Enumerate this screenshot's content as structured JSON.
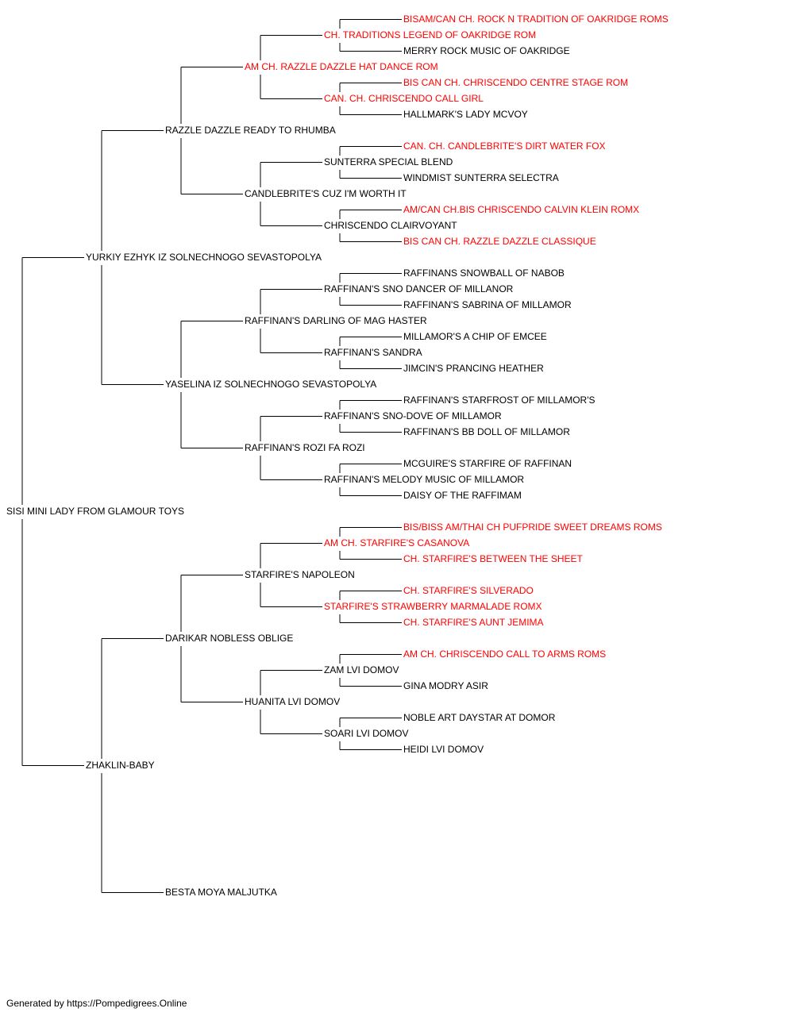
{
  "colors": {
    "champion": "#ff0000",
    "normal": "#000000",
    "line": "#000000"
  },
  "footer": "Generated by https://Pompedigrees.Online",
  "pedigree": {
    "name": "SISI MINI LADY FROM GLAMOUR TOYS",
    "red": false,
    "sire": {
      "name": "YURKIY EZHYK IZ SOLNECHNOGO SEVASTOPOLYA",
      "red": false,
      "sire": {
        "name": "RAZZLE DAZZLE READY TO RHUMBA",
        "red": false,
        "sire": {
          "name": "AM CH. RAZZLE DAZZLE HAT DANCE ROM",
          "red": true,
          "sire": {
            "name": "CH. TRADITIONS LEGEND OF OAKRIDGE ROM",
            "red": true,
            "sire": {
              "name": "BISAM/CAN CH. ROCK N TRADITION OF OAKRIDGE ROMS",
              "red": true
            },
            "dam": {
              "name": "MERRY ROCK MUSIC OF OAKRIDGE",
              "red": false
            }
          },
          "dam": {
            "name": "CAN. CH. CHRISCENDO CALL GIRL",
            "red": true,
            "sire": {
              "name": "BIS CAN CH. CHRISCENDO CENTRE STAGE ROM",
              "red": true
            },
            "dam": {
              "name": "HALLMARK'S LADY MCVOY",
              "red": false
            }
          }
        },
        "dam": {
          "name": "CANDLEBRITE'S CUZ I'M WORTH IT",
          "red": false,
          "sire": {
            "name": "SUNTERRA SPECIAL BLEND",
            "red": false,
            "sire": {
              "name": "CAN. CH. CANDLEBRITE'S DIRT WATER FOX",
              "red": true
            },
            "dam": {
              "name": "WINDMIST SUNTERRA SELECTRA",
              "red": false
            }
          },
          "dam": {
            "name": "CHRISCENDO CLAIRVOYANT",
            "red": false,
            "sire": {
              "name": "AM/CAN CH.BIS CHRISCENDO CALVIN KLEIN ROMX",
              "red": true
            },
            "dam": {
              "name": "BIS CAN CH. RAZZLE DAZZLE CLASSIQUE",
              "red": true
            }
          }
        }
      },
      "dam": {
        "name": "YASELINA IZ SOLNECHNOGO SEVASTOPOLYA",
        "red": false,
        "sire": {
          "name": "RAFFINAN'S DARLING OF MAG HASTER",
          "red": false,
          "sire": {
            "name": "RAFFINAN'S SNO DANCER OF MILLANOR",
            "red": false,
            "sire": {
              "name": "RAFFINANS SNOWBALL OF NABOB",
              "red": false
            },
            "dam": {
              "name": "RAFFINAN'S SABRINA OF MILLAMOR",
              "red": false
            }
          },
          "dam": {
            "name": "RAFFINAN'S SANDRA",
            "red": false,
            "sire": {
              "name": "MILLAMOR'S A CHIP OF EMCEE",
              "red": false
            },
            "dam": {
              "name": "JIMCIN'S PRANCING HEATHER",
              "red": false
            }
          }
        },
        "dam": {
          "name": "RAFFINAN'S ROZI FA ROZI",
          "red": false,
          "sire": {
            "name": "RAFFINAN'S SNO-DOVE OF MILLAMOR",
            "red": false,
            "sire": {
              "name": "RAFFINAN'S STARFROST OF MILLAMOR'S",
              "red": false
            },
            "dam": {
              "name": "RAFFINAN'S BB DOLL OF MILLAMOR",
              "red": false
            }
          },
          "dam": {
            "name": "RAFFINAN'S MELODY MUSIC OF MILLAMOR",
            "red": false,
            "sire": {
              "name": "MCGUIRE'S STARFIRE OF RAFFINAN",
              "red": false
            },
            "dam": {
              "name": "DAISY OF THE RAFFIMAM",
              "red": false
            }
          }
        }
      }
    },
    "dam": {
      "name": "ZHAKLIN-BABY",
      "red": false,
      "sire": {
        "name": "DARIKAR NOBLESS OBLIGE",
        "red": false,
        "sire": {
          "name": "STARFIRE'S NAPOLEON",
          "red": false,
          "sire": {
            "name": "AM CH. STARFIRE'S CASANOVA",
            "red": true,
            "sire": {
              "name": "BIS/BISS AM/THAI CH PUFPRIDE SWEET DREAMS ROMS",
              "red": true
            },
            "dam": {
              "name": "CH. STARFIRE'S BETWEEN THE SHEET",
              "red": true
            }
          },
          "dam": {
            "name": "STARFIRE'S STRAWBERRY MARMALADE ROMX",
            "red": true,
            "sire": {
              "name": "CH. STARFIRE'S SILVERADO",
              "red": true
            },
            "dam": {
              "name": "CH. STARFIRE'S AUNT JEMIMA",
              "red": true
            }
          }
        },
        "dam": {
          "name": "HUANITA LVI DOMOV",
          "red": false,
          "sire": {
            "name": "ZAM LVI DOMOV",
            "red": false,
            "sire": {
              "name": "AM CH. CHRISCENDO CALL TO ARMS ROMS",
              "red": true
            },
            "dam": {
              "name": "GINA MODRY ASIR",
              "red": false
            }
          },
          "dam": {
            "name": "SOARI LVI DOMOV",
            "red": false,
            "sire": {
              "name": "NOBLE ART DAYSTAR AT DOMOR",
              "red": false
            },
            "dam": {
              "name": "HEIDI LVI DOMOV",
              "red": false
            }
          }
        }
      },
      "dam": {
        "name": "BESTA MOYA MALJUTKA",
        "red": false
      }
    }
  }
}
